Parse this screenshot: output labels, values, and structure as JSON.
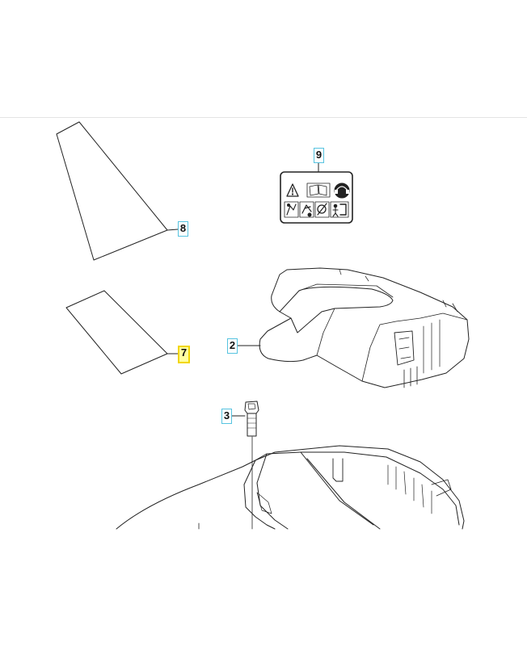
{
  "callouts": {
    "c2": "2",
    "c3": "3",
    "c7": "7",
    "c8": "8",
    "c9": "9"
  },
  "highlighted_callout": "7",
  "colors": {
    "callout_border": "#56c3e0",
    "highlight_border": "#f2d600",
    "highlight_fill": "#ffffa0",
    "line": "#222222"
  },
  "icons": [
    "warning-triangle-icon",
    "read-manual-icon",
    "hearing-protection-icon",
    "thrown-objects-icon",
    "hand-hazard-icon",
    "foot-hazard-icon",
    "keep-away-icon"
  ]
}
